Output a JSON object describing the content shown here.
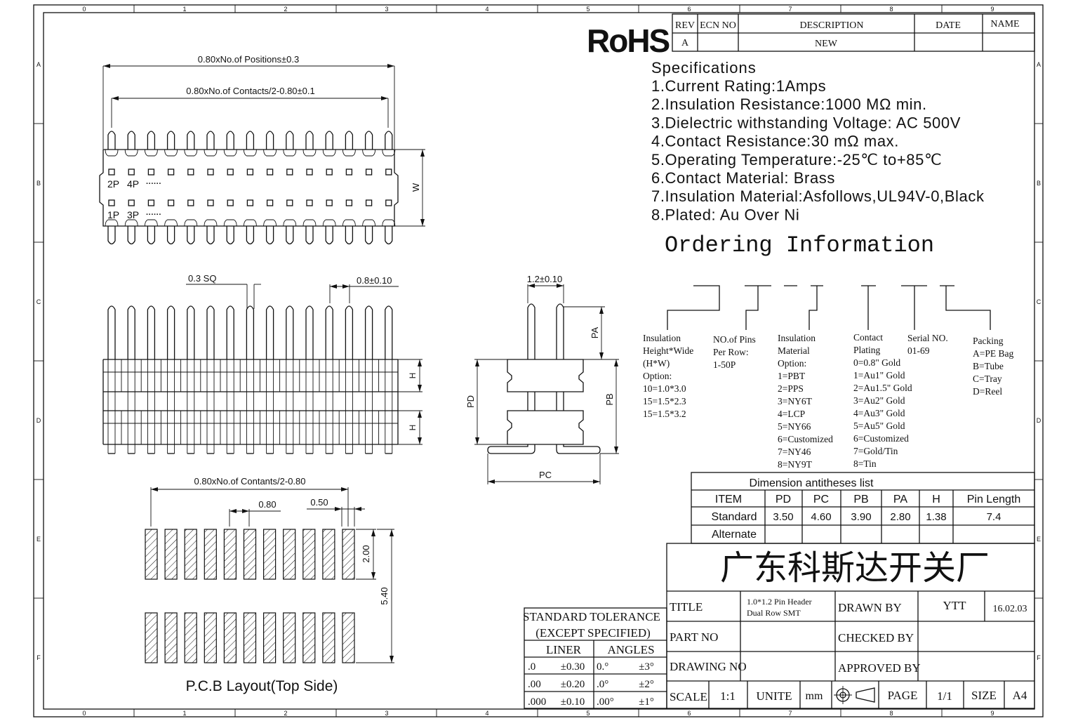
{
  "rohs": "RoHS",
  "border": {
    "col_numbers": [
      "0",
      "1",
      "2",
      "3",
      "4",
      "5",
      "6",
      "7",
      "8",
      "9"
    ],
    "row_letters": [
      "A",
      "B",
      "C",
      "D",
      "E",
      "F"
    ]
  },
  "revision_table": {
    "headers": [
      "REV",
      "ECN NO",
      "DESCRIPTION",
      "DATE",
      "NAME"
    ],
    "row": {
      "rev": "A",
      "ecn": "",
      "description": "NEW",
      "date": "",
      "name": ""
    }
  },
  "specifications": {
    "heading": "Specifications",
    "lines": [
      "1.Current  Rating:1Amps",
      "2.Insulation  Resistance:1000  MΩ  min.",
      "3.Dielectric  withstanding  Voltage:  AC  500V",
      "4.Contact  Resistance:30  mΩ  max.",
      "5.Operating  Temperature:-25℃  to+85℃",
      "6.Contact  Material:  Brass",
      "7.Insulation  Material:Asfollows,UL94V-0,Black",
      "8.Plated:  Au  Over  Ni"
    ]
  },
  "ordering": {
    "heading": "Ordering Information",
    "groups": [
      {
        "lines": [
          "Insulation",
          "Height*Wide",
          "(H*W)",
          "Option:",
          "10=1.0*3.0",
          "15=1.5*2.3",
          "15=1.5*3.2"
        ]
      },
      {
        "lines": [
          "NO.of Pins",
          "Per Row:",
          "1-50P"
        ]
      },
      {
        "lines": [
          "Insulation",
          "Material",
          "Option:",
          "1=PBT",
          "2=PPS",
          "3=NY6T",
          "4=LCP",
          "5=NY66",
          "6=Customized",
          "7=NY46",
          "8=NY9T"
        ]
      },
      {
        "lines": [
          "Contact",
          "Plating",
          "0=0.8\" Gold",
          "1=Au1\" Gold",
          "2=Au1.5\" Gold",
          "3=Au2\" Gold",
          "4=Au3\" Gold",
          "5=Au5\" Gold",
          "6=Customized",
          "7=Gold/Tin",
          "8=Tin"
        ]
      },
      {
        "lines": [
          "Serial NO.",
          "01-69"
        ]
      },
      {
        "lines": [
          "Packing",
          "A=PE Bag",
          "B=Tube",
          "C=Tray",
          "D=Reel"
        ]
      }
    ]
  },
  "dimension_table": {
    "title": "Dimension antitheses list",
    "headers": [
      "ITEM",
      "PD",
      "PC",
      "PB",
      "PA",
      "H",
      "Pin Length"
    ],
    "rows": [
      [
        "Standard",
        "3.50",
        "4.60",
        "3.90",
        "2.80",
        "1.38",
        "7.4"
      ],
      [
        "Alternate",
        "",
        "",
        "",
        "",
        "",
        ""
      ]
    ]
  },
  "company": "广东科斯达开关厂",
  "title_block": {
    "title_label": "TITLE",
    "title_value": [
      "1.0*1.2 Pin Header",
      "Dual Row SMT"
    ],
    "drawn_by_label": "DRAWN BY",
    "drawn_by": "YTT",
    "date": "16.02.03",
    "part_no_label": "PART NO",
    "checked_by_label": "CHECKED BY",
    "drawing_no_label": "DRAWING NO",
    "approved_by_label": "APPROVED BY",
    "scale_label": "SCALE",
    "scale": "1:1",
    "unite_label": "UNITE",
    "unite": "mm",
    "page_label": "PAGE",
    "page": "1/1",
    "size_label": "SIZE",
    "size": "A4"
  },
  "tolerance": {
    "heading1": "STANDARD TOLERANCE",
    "heading2": "(EXCEPT  SPECIFIED)",
    "liner_label": "LINER",
    "angles_label": "ANGLES",
    "rows": [
      [
        ".0",
        "±0.30",
        "0.°",
        "±3°"
      ],
      [
        ".00",
        "±0.20",
        ".0°",
        "±2°"
      ],
      [
        ".000",
        "±0.10",
        ".00°",
        "±1°"
      ]
    ]
  },
  "top_view": {
    "dim_positions": "0.80xNo.of  Positions±0.3",
    "dim_contacts": "0.80xNo.of  Contacts/2-0.80±0.1",
    "label_2p": "2P",
    "label_4p": "4P",
    "label_1p": "1P",
    "label_3p": "3P",
    "dots": "······",
    "label_w": "W"
  },
  "front_view": {
    "label_sq": "0.3  SQ",
    "label_pitch": "0.8±0.10",
    "label_h": "H"
  },
  "side_view": {
    "label_pitch": "1.2±0.10",
    "label_pa": "PA",
    "label_pb": "PB",
    "label_pc": "PC",
    "label_pd": "PD"
  },
  "pcb_layout": {
    "dim_contacts": "0.80xNo.of  Contants/2-0.80",
    "dim_080": "0.80",
    "dim_050": "0.50",
    "dim_200": "2.00",
    "dim_540": "5.40",
    "caption": "P.C.B Layout(Top Side)"
  }
}
